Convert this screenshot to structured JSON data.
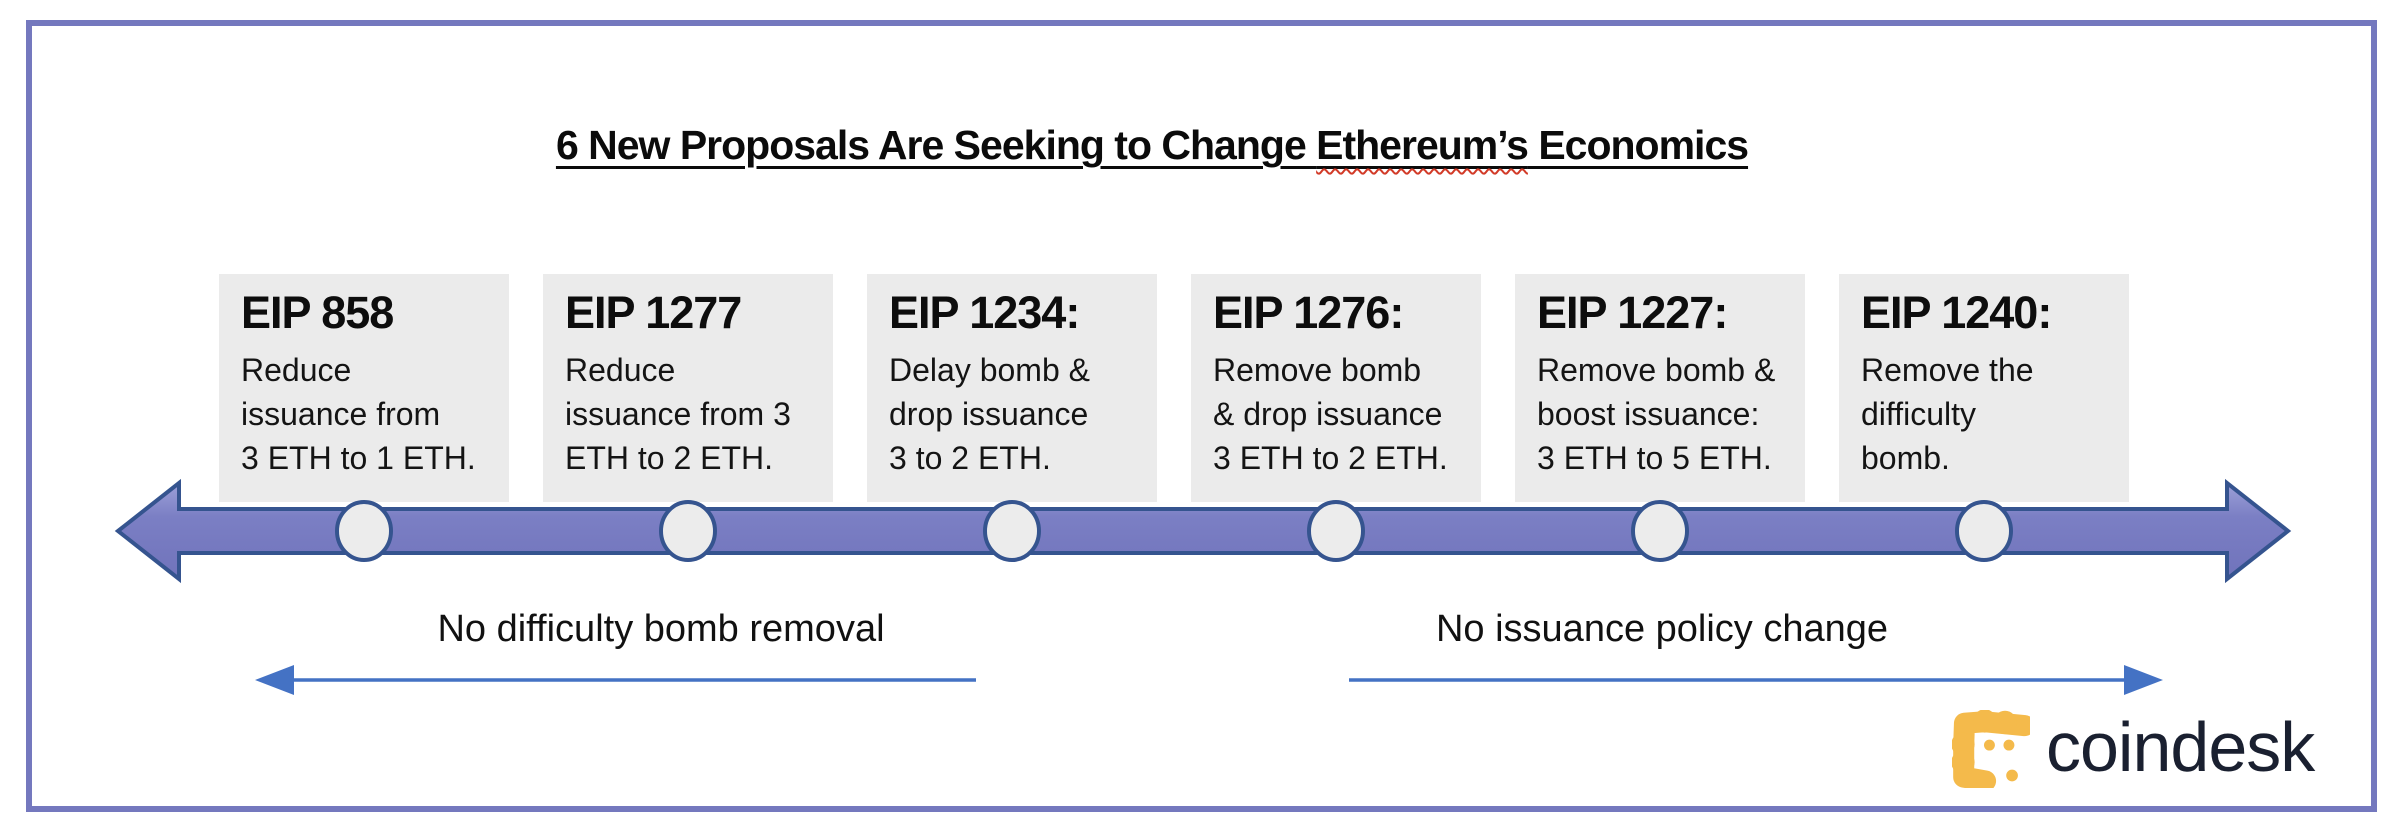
{
  "title": {
    "prefix": "6 New Proposals Are Seeking to Change ",
    "misspelled_word": "Ethereum’s",
    "suffix": " Economics"
  },
  "proposals": [
    {
      "id": "EIP 858",
      "desc": "Reduce\nissuance from\n3 ETH to 1 ETH."
    },
    {
      "id": "EIP 1277",
      "desc": "Reduce\nissuance from 3\nETH to 2 ETH."
    },
    {
      "id": "EIP 1234:",
      "desc": "Delay bomb &\ndrop issuance\n3 to 2 ETH."
    },
    {
      "id": "EIP 1276:",
      "desc": "Remove bomb\n& drop issuance\n3 ETH to 2 ETH."
    },
    {
      "id": "EIP 1227:",
      "desc": "Remove bomb &\nboost issuance:\n3 ETH to 5 ETH."
    },
    {
      "id": "EIP 1240:",
      "desc": "Remove the\ndifficulty\nbomb."
    }
  ],
  "annotations": {
    "left_label": "No difficulty bomb removal",
    "right_label": "No issuance policy change"
  },
  "logo": {
    "wordmark": "coindesk"
  },
  "colors": {
    "frame_border": "#7478be",
    "timeline_fill": "#7b7fc4",
    "timeline_stroke": "#35548f",
    "card_background": "#ebebeb",
    "node_fill": "#ececec",
    "annotation_arrow": "#4472c4",
    "logo_gold": "#f4ba4b",
    "logo_navy": "#1a2030",
    "spellcheck_red": "#d23b28"
  }
}
